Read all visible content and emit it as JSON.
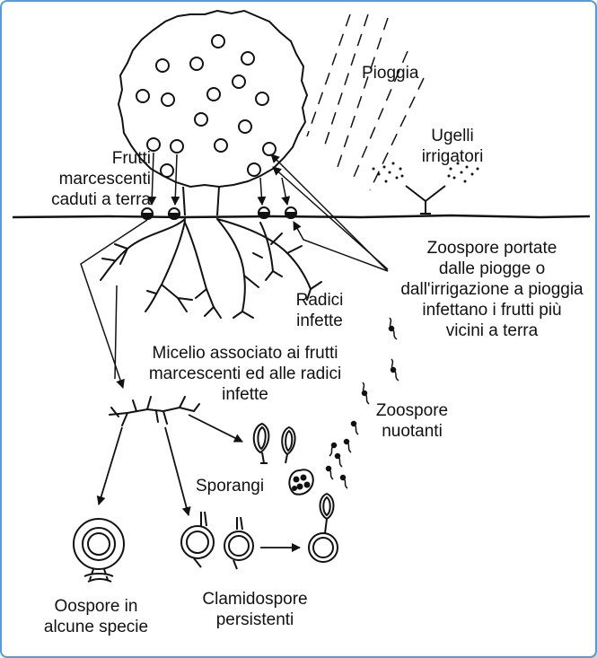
{
  "colors": {
    "ink": "#111111",
    "frame": "#5b9bd5",
    "background": "#ffffff"
  },
  "labels": {
    "pioggia": "Pioggia",
    "ugelli": [
      "Ugelli",
      "irrigatori"
    ],
    "frutti": [
      "Frutti",
      "marcescenti",
      "caduti a terra"
    ],
    "zoospore_portate": [
      "Zoospore  portate",
      "dalle piogge o",
      "dall'irrigazione a pioggia",
      "infettano i frutti più",
      "vicini a terra"
    ],
    "radici": [
      "Radici",
      "infette"
    ],
    "micelio": [
      "Micelio associato ai frutti",
      "marcescenti ed alle radici",
      "infette"
    ],
    "zoospore_nuotanti": [
      "Zoospore",
      "nuotanti"
    ],
    "sporangi": "Sporangi",
    "oospore": [
      "Oospore in",
      "alcune specie"
    ],
    "clamidospore": [
      "Clamidospore",
      "persistenti"
    ]
  }
}
